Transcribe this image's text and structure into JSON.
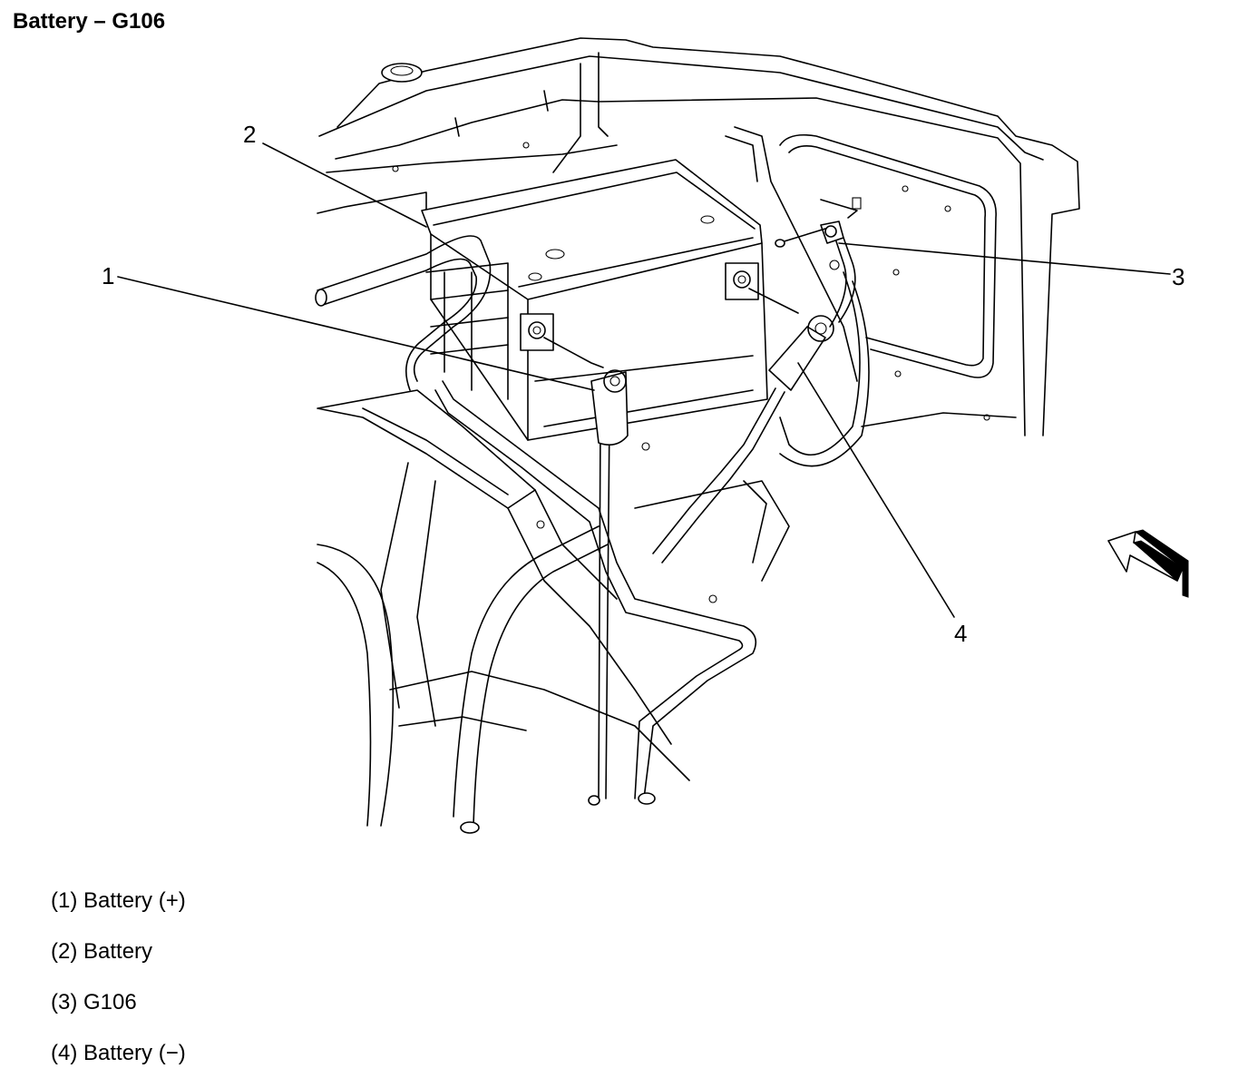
{
  "title": "Battery – G106",
  "callouts": [
    {
      "number": "1"
    },
    {
      "number": "2"
    },
    {
      "number": "3"
    },
    {
      "number": "4"
    }
  ],
  "legend": [
    "(1) Battery (+)",
    "(2) Battery",
    "(3) G106",
    "(4) Battery (−)"
  ]
}
